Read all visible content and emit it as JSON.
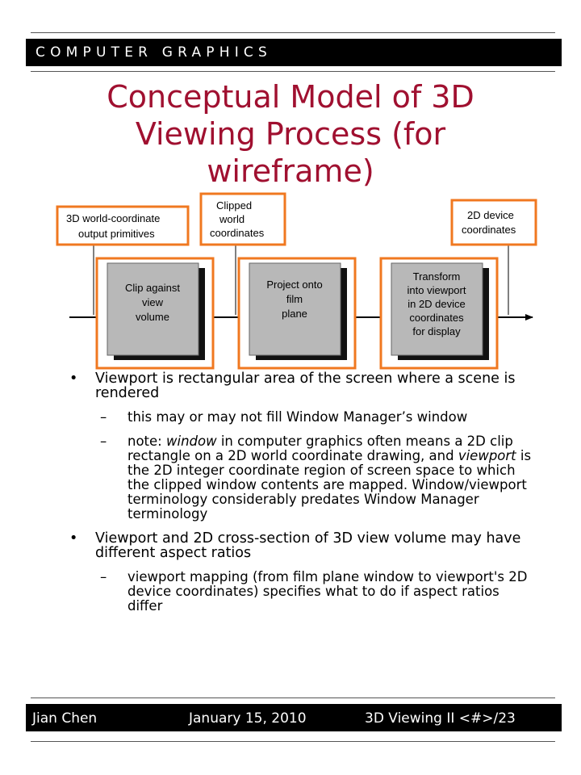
{
  "header": {
    "course_title": "COMPUTER GRAPHICS"
  },
  "slide": {
    "title": "Conceptual Model of 3D Viewing Process (for wireframe)"
  },
  "diagram": {
    "labels": {
      "input": [
        "3D world-coordinate",
        "output primitives"
      ],
      "clipped": [
        "Clipped",
        "world",
        "coordinates"
      ],
      "device": [
        "2D device",
        "coordinates"
      ]
    },
    "stages": [
      {
        "lines": [
          "Clip against",
          "view",
          "volume"
        ]
      },
      {
        "lines": [
          "Project onto",
          "film",
          "plane"
        ]
      },
      {
        "lines": [
          "Transform",
          "into viewport",
          "in 2D device",
          "coordinates",
          "for display"
        ]
      }
    ],
    "colors": {
      "highlight": "#f07820",
      "box_fill": "#b8b8b8",
      "box_shadow": "#111111"
    }
  },
  "bullets": [
    {
      "text": "Viewport is rectangular area of the screen where a scene is rendered",
      "subs": [
        {
          "html": "this may or may not fill Window Manager’s window"
        },
        {
          "html": "note: <i>window</i> in computer graphics often means a 2D clip rectangle on a 2D world coordinate drawing, and <i>viewport</i> is the 2D integer coordinate region of screen space to which the clipped window contents are mapped. Window/viewport terminology considerably predates Window Manager terminology"
        }
      ]
    },
    {
      "text": "Viewport and 2D cross-section of 3D view volume may have different aspect ratios",
      "subs": [
        {
          "html": "viewport mapping (from film plane window to viewport's 2D device coordinates) specifies what to do if aspect ratios differ"
        }
      ]
    }
  ],
  "footer": {
    "author": "Jian Chen",
    "date": "January 15, 2010",
    "page": "3D Viewing II <#>/23"
  }
}
